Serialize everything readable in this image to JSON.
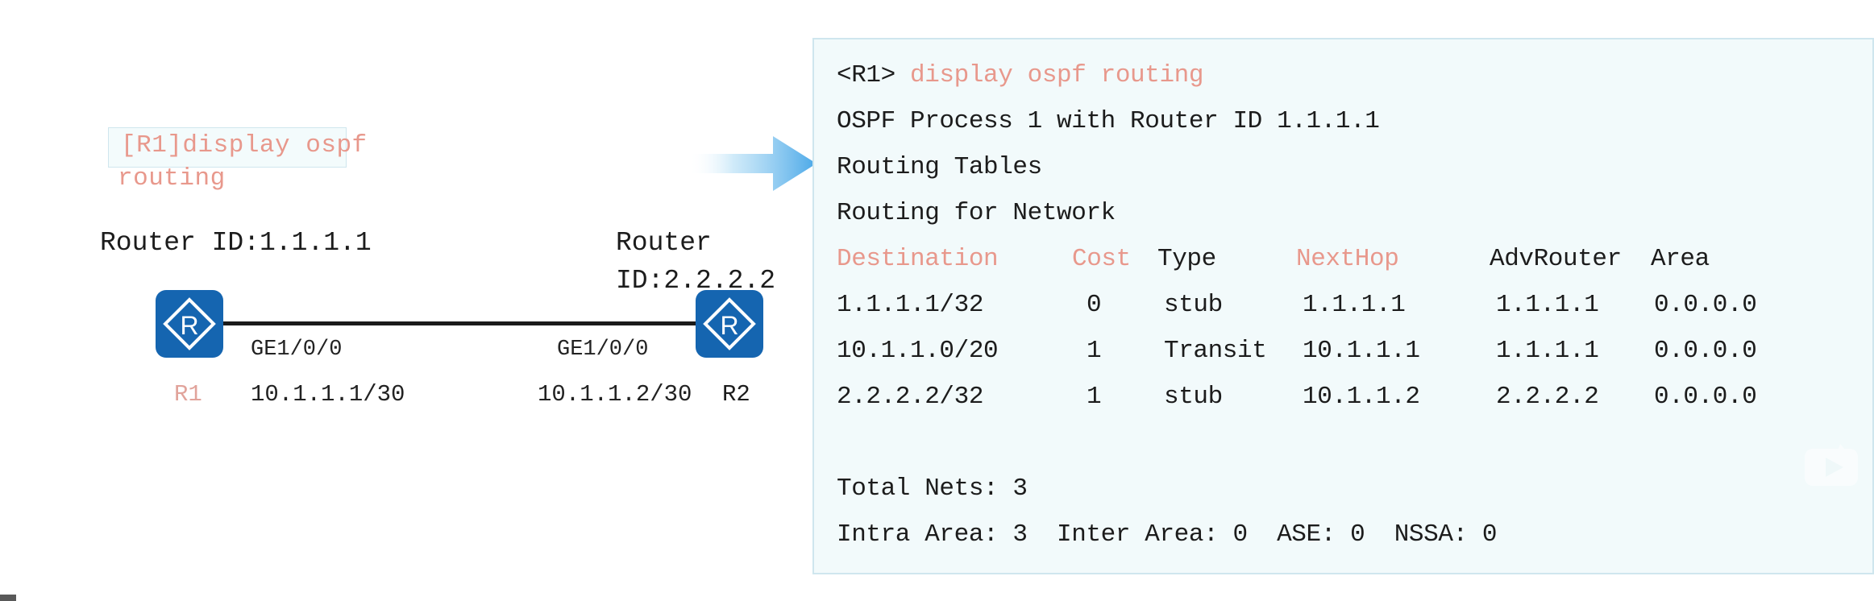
{
  "diagram": {
    "command_box": {
      "line1": "[R1]display ospf",
      "line2": "routing"
    },
    "left_router": {
      "router_id_label": "Router ID:1.1.1.1",
      "icon": "router-icon",
      "name": "R1",
      "interface": "GE1/0/0",
      "address": "10.1.1.1/30"
    },
    "right_router": {
      "router_id_label_line1": "Router",
      "router_id_label_line2": "ID:2.2.2.2",
      "icon": "router-icon",
      "name": "R2",
      "interface": "GE1/0/0",
      "address": "10.1.1.2/30"
    },
    "arrow": "right-arrow-icon",
    "link": "ethernet-link"
  },
  "terminal": {
    "prompt": "<R1>",
    "command": "display ospf routing",
    "lines": [
      "OSPF Process 1 with Router ID 1.1.1.1",
      "Routing Tables",
      "Routing for Network"
    ],
    "table": {
      "headers": {
        "destination": "Destination",
        "cost": "Cost",
        "type": "Type",
        "nexthop": "NextHop",
        "advrouter": "AdvRouter",
        "area": "Area"
      },
      "rows": [
        {
          "destination": "1.1.1.1/32",
          "cost": "0",
          "type": "stub",
          "nexthop": "1.1.1.1",
          "advrouter": "1.1.1.1",
          "area": "0.0.0.0"
        },
        {
          "destination": "10.1.1.0/20",
          "cost": "1",
          "type": "Transit",
          "nexthop": "10.1.1.1",
          "advrouter": "1.1.1.1",
          "area": "0.0.0.0"
        },
        {
          "destination": "2.2.2.2/32",
          "cost": "1",
          "type": "stub",
          "nexthop": "10.1.1.2",
          "advrouter": "2.2.2.2",
          "area": "0.0.0.0"
        }
      ]
    },
    "summary": {
      "total_nets": "Total Nets: 3",
      "areas": "Intra Area: 3  Inter Area: 0  ASE: 0  NSSA: 0"
    },
    "watermark": "play-bubble-icon"
  },
  "colors": {
    "panel_bg": "#f2fafb",
    "panel_border": "#cfe6ee",
    "accent_red": "#e8988c",
    "router_blue": "#1565b0",
    "text": "#1c1c1c",
    "arrow_blue": "#4aa8e8"
  }
}
